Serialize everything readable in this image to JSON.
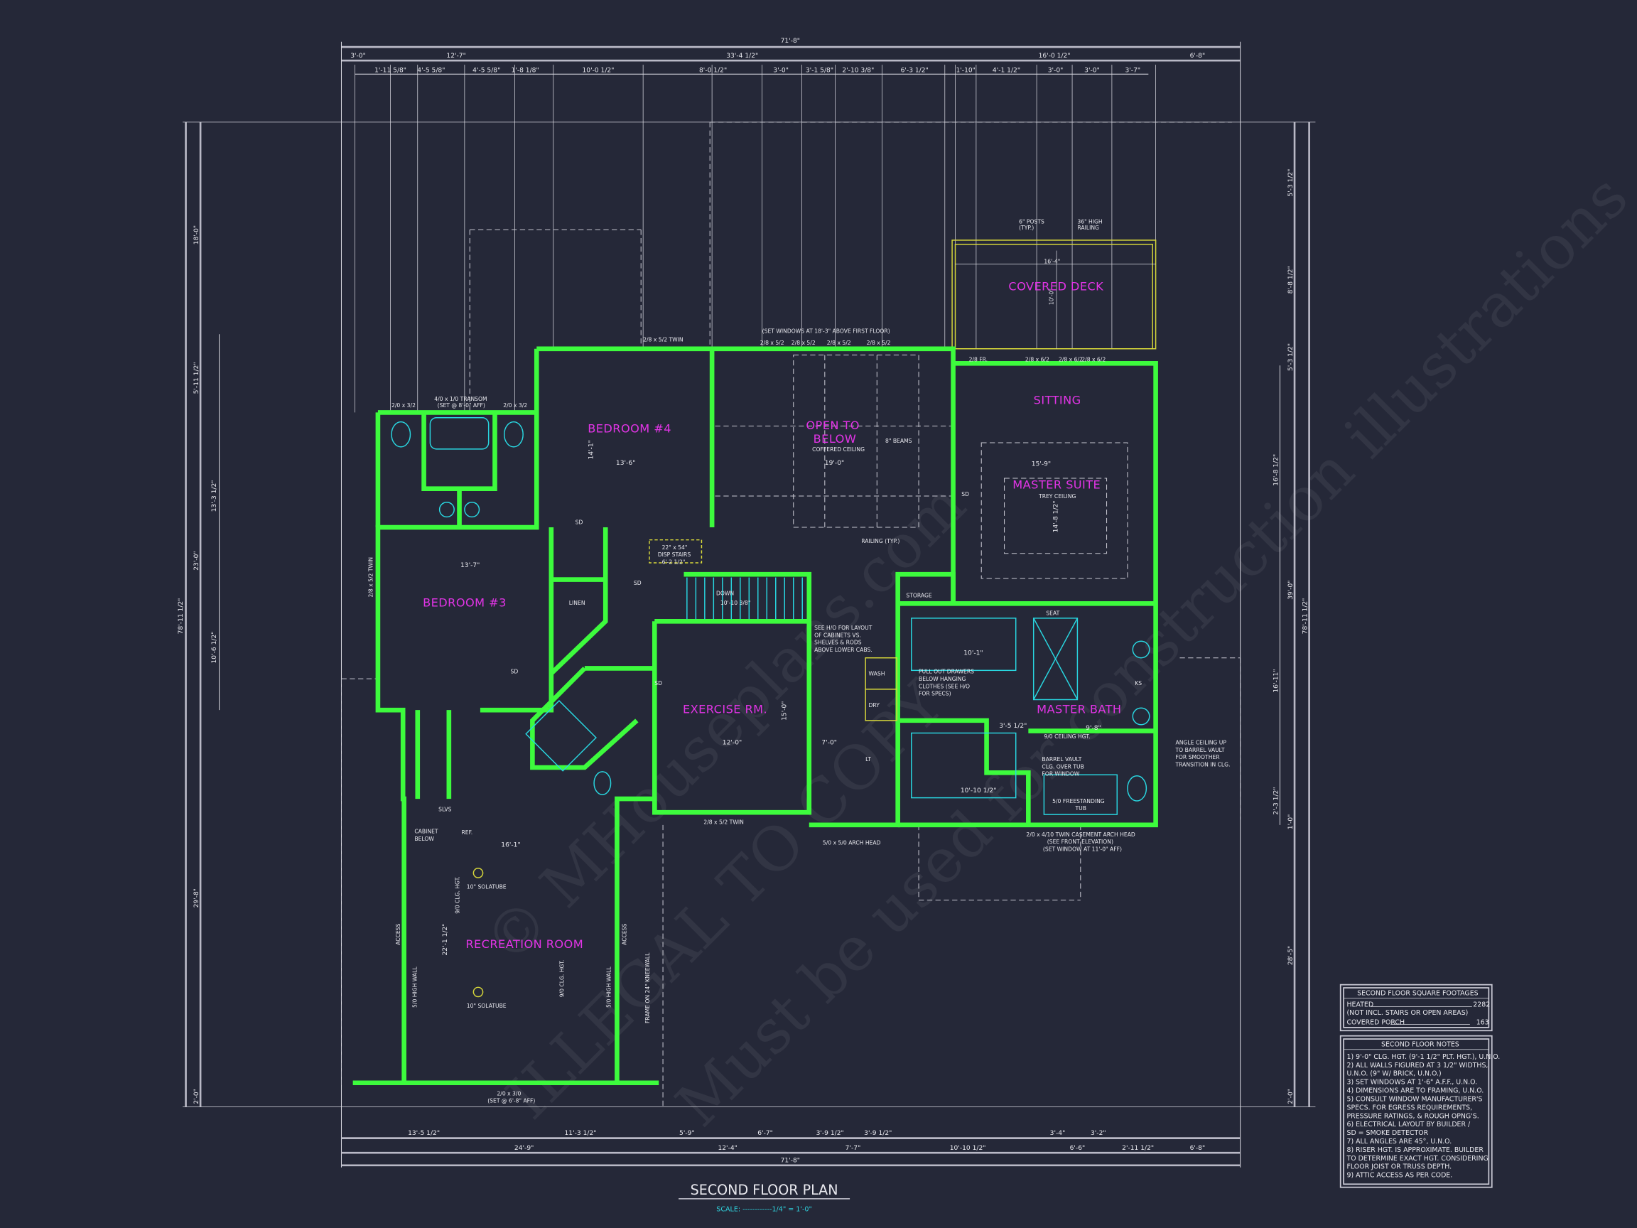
{
  "colors": {
    "background": "#252838",
    "walls": "#3dfb3d",
    "room_labels": "#e234e6",
    "fixtures": "#29d6e0",
    "windows_doors": "#d8d83a",
    "dimensions": "#e8e8ee",
    "scale_text": "#2fd3de"
  },
  "title": "SECOND FLOOR PLAN",
  "scale": "SCALE: ------------1/4\" = 1'-0\"",
  "watermark": [
    "© MHouseplans.com",
    "ILLEGAL TO COPY",
    "Must be used for construction illustrations"
  ],
  "rooms": {
    "bedroom_4": "BEDROOM #4",
    "bedroom_3": "BEDROOM #3",
    "open_to_below": "OPEN TO",
    "open_to_below_2": "BELOW",
    "covered_deck": "COVERED DECK",
    "sitting": "SITTING",
    "master_suite": "MASTER SUITE",
    "master_bath": "MASTER BATH",
    "exercise": "EXERCISE RM.",
    "recreation": "RECREATION ROOM"
  },
  "annotations": {
    "coffered": "COFFERED CEILING",
    "trey": "TREY CEILING",
    "beams": "8\" BEAMS",
    "windows_top": "(SET WINDOWS AT 18'-3\" ABOVE FIRST FLOOR)",
    "win_258": "2/8 x 5/2",
    "win_bed4": "2/8 x 5/2 TWIN",
    "transom": "4/0 x 1/0 TRANSOM",
    "transom_set": "(SET @ 8'-0\" AFF)",
    "win_203": "2/0 x 3/2",
    "win_bed3": "2/8 x 5/2 TWIN",
    "posts": "6\" POSTS",
    "posts_typ": "(TYP.)",
    "railing36": "36\" HIGH",
    "railing36b": "RAILING",
    "deck_dim": "16'-4\"",
    "deck_dim2": "10'-0\"",
    "win_deck": "2/8 x 6/2",
    "fr": "2/8 FR.",
    "railing_typ": "RAILING (TYP.)",
    "disp_stairs": "22\" x 54\"",
    "disp_stairs2": "DISP STAIRS",
    "disp_stairs3": "6'-2 1/2\"",
    "down": "DOWN",
    "stair_dim": "10'-10 3/8\"",
    "linen": "LINEN",
    "storage": "STORAGE",
    "see_ho": "SEE H/O FOR LAYOUT",
    "see_ho2": "OF CABINETS VS.",
    "see_ho3": "SHELVES & RODS",
    "see_ho4": "ABOVE LOWER CABS.",
    "wash": "WASH",
    "dry": "DRY",
    "lt": "LT",
    "pull_out": "PULL OUT DRAWERS",
    "pull_out2": "BELOW HANGING",
    "pull_out3": "CLOTHES (SEE H/O",
    "pull_out4": "FOR SPECS)",
    "seat": "SEAT",
    "ks": "KS",
    "ceiling_hgt": "9/0 CEILING HGT.",
    "barrel": "BARREL VAULT",
    "barrel2": "CLG. OVER TUB",
    "barrel3": "FOR WINDOW",
    "tub": "5/0 FREESTANDING",
    "tub2": "TUB",
    "angle": "ANGLE CEILING UP",
    "angle2": "TO BARREL VAULT",
    "angle3": "FOR SMOOTHER",
    "angle4": "TRANSITION IN CLG.",
    "casement": "2/0 x  4/10 TWIN CASEMENT ARCH HEAD",
    "casement2": "(SEE FRONT ELEVATION)",
    "casement3": "(SET WINDOW AT 11'-0\" AFF)",
    "arch": "5/0 x 5/0 ARCH HEAD",
    "win_ex": "2/8 x 5/2 TWIN",
    "sd": "SD",
    "cabinet": "CABINET",
    "cabinet2": "BELOW",
    "ref": "REF.",
    "slvs": "SLVS",
    "solatube": "10\" SOLATUBE",
    "access": "ACCESS",
    "high_wall": "5/0 HIGH WALL",
    "clg_hgt": "9/0 CLG. HGT.",
    "kneewall": "FRAME ON 24\" KNEEWALL",
    "rec_win": "2/0 x 3/0",
    "rec_win2": "(SET @ 6'-8\" AFF)",
    "rec_w": "16'-1\"",
    "rec_h": "22'-1 1/2\"",
    "ms_w": "15'-9\"",
    "ms_h": "14'-8 1/2\"",
    "ex_w": "12'-0\"",
    "ex_h": "15'-0\"",
    "ldry_w": "7'-0\"",
    "bed4_w": "13'-6\"",
    "bed4_h": "14'-1\"",
    "bed3_w": "13'-7\"",
    "otb_w": "19'-0\"",
    "mb_w": "9'-8\"",
    "mb_side": "3'-5 1/2\"",
    "closet1": "10'-1\"",
    "closet2": "10'-10 1/2\""
  },
  "dims_top": {
    "overall": "71'-8\"",
    "row1": [
      "3'-0\"",
      "12'-7\"",
      "33'-4 1/2\"",
      "16'-0 1/2\"",
      "6'-8\""
    ],
    "row2": [
      "1'-11 5/8\"",
      "4'-5 5/8\"",
      "4'-5 5/8\"",
      "1'-8 1/8\"",
      "10'-0 1/2\"",
      "8'-0 1/2\"",
      "3'-0\"",
      "3'-1 5/8\"",
      "2'-10 3/8\"",
      "6'-3 1/2\"",
      "1'-10\"",
      "4'-1 1/2\"",
      "3'-0\"",
      "3'-0\"",
      "3'-7\""
    ]
  },
  "dims_bottom": {
    "row1": [
      "13'-5 1/2\"",
      "11'-3 1/2\"",
      "5'-9\"",
      "6'-7\"",
      "3'-9 1/2\"",
      "3'-9 1/2\"",
      "3'-4\"",
      "3'-2\""
    ],
    "row2": [
      "24'-9\"",
      "12'-4\"",
      "7'-7\"",
      "10'-10 1/2\"",
      "6'-6\"",
      "2'-11 1/2\"",
      "6'-8\""
    ],
    "overall": "71'-8\""
  },
  "dims_left": [
    "18'-0\"",
    "5'-11 1/2\"",
    "23'-0\"",
    "13'-3 1/2\"",
    "10'-6 1/2\"",
    "78'-11 1/2\"",
    "29'-8\"",
    "2'-0\""
  ],
  "dims_right": [
    "5'-3 1/2\"",
    "8'-8 1/2\"",
    "5'-3 1/2\"",
    "16'-8 1/2\"",
    "39'-0\"",
    "78'-11 1/2\"",
    "16'-11\"",
    "2'-3 1/2\"",
    "1'-0\"",
    "28'-5\"",
    "2'-0\""
  ],
  "footage": {
    "title": "SECOND FLOOR SQUARE FOOTAGES",
    "heated_label": "HEATED",
    "heated_value": "2282",
    "heated_note": "(NOT INCL. STAIRS OR OPEN AREAS)",
    "porch_label": "COVERED PORCH",
    "porch_value": "163"
  },
  "notes": {
    "title": "SECOND FLOOR NOTES",
    "lines": [
      "1)  9'-0\" CLG. HGT. (9'-1 1/2\" PLT. HGT.), U.N.O.",
      "2) ALL WALLS FIGURED AT 3 1/2\" WIDTHS,",
      "    U.N.O. (9\" W/ BRICK, U.N.O.)",
      "3) SET WINDOWS AT 1'-6\" A.F.F., U.N.O.",
      "4) DIMENSIONS ARE TO FRAMING, U.N.O.",
      "5) CONSULT WINDOW MANUFACTURER'S",
      "     SPECS. FOR EGRESS REQUIREMENTS,",
      "     PRESSURE RATINGS, & ROUGH OPNG'S.",
      "6) ELECTRICAL LAYOUT BY BUILDER /",
      "    SD = SMOKE DETECTOR",
      "7) ALL ANGLES ARE 45°, U.N.O.",
      "8) RISER HGT. IS APPROXIMATE.  BUILDER",
      "    TO DETERMINE EXACT HGT. CONSIDERING",
      "    FLOOR JOIST OR TRUSS DEPTH.",
      "9) ATTIC ACCESS AS PER CODE."
    ]
  }
}
